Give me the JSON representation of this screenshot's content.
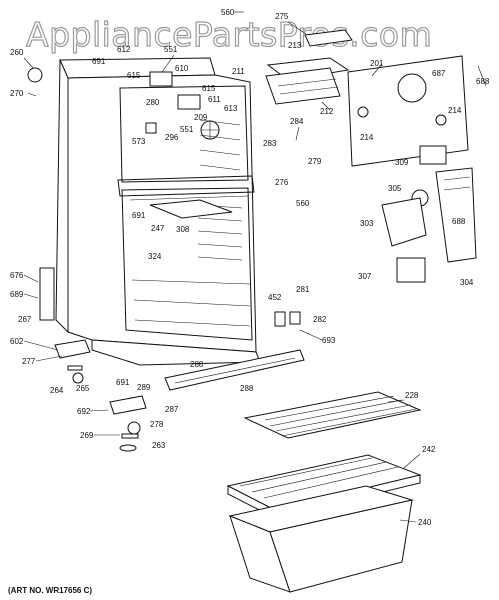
{
  "watermark": "AppliancePartsPros.com",
  "caption": "(ART NO. WR17656 C)",
  "labels": {
    "l560a": "560",
    "l275": "275",
    "l213": "213",
    "l260": "260",
    "l612": "612",
    "l551a": "551",
    "l691a": "691",
    "l615a": "615",
    "l610": "610",
    "l211": "211",
    "l201": "201",
    "l687": "687",
    "l688a": "688",
    "l270": "270",
    "l280": "280",
    "l615b": "615",
    "l611": "611",
    "l212": "212",
    "l209": "209",
    "l613": "613",
    "l214a": "214",
    "l551b": "551",
    "l296": "296",
    "l284": "284",
    "l573": "573",
    "l214b": "214",
    "l283": "283",
    "l279": "279",
    "l309": "309",
    "l276": "276",
    "l305": "305",
    "l560b": "560",
    "l691b": "691",
    "l308": "308",
    "l247": "247",
    "l303": "303",
    "l688b": "688",
    "l324": "324",
    "l676": "676",
    "l689": "689",
    "l281": "281",
    "l307": "307",
    "l304": "304",
    "l452": "452",
    "l267": "267",
    "l282": "282",
    "l693": "693",
    "l602": "602",
    "l288a": "288",
    "l277": "277",
    "l264": "264",
    "l265": "265",
    "l691c": "691",
    "l289": "289",
    "l288b": "288",
    "l228": "228",
    "l692": "692",
    "l287": "287",
    "l269": "269",
    "l278": "278",
    "l263": "263",
    "l242": "242",
    "l240": "240"
  }
}
